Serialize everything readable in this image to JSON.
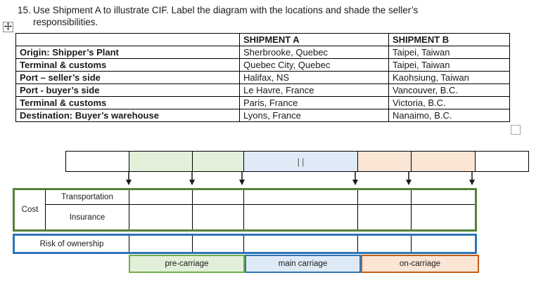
{
  "question": {
    "number": "15.",
    "line1": "Use Shipment A to illustrate CIF. Label the diagram with the locations and shade the seller’s",
    "line2": "responsibilities."
  },
  "shipment_table": {
    "col_headers": [
      "",
      "SHIPMENT A",
      "SHIPMENT B"
    ],
    "rows": [
      [
        "Origin: Shipper’s Plant",
        "Sherbrooke, Quebec",
        "Taipei, Taiwan"
      ],
      [
        "Terminal & customs",
        "Quebec City, Quebec",
        "Taipei, Taiwan"
      ],
      [
        "Port – seller’s side",
        "Halifax, NS",
        "Kaohsiung, Taiwan"
      ],
      [
        "Port - buyer’s side",
        "Le Havre, France",
        "Vancouver, B.C."
      ],
      [
        "Terminal & customs",
        "Paris, France",
        "Victoria, B.C."
      ],
      [
        "Destination: Buyer’s warehouse",
        "Lyons, France",
        "Nanaimo, B.C."
      ]
    ]
  },
  "diagram": {
    "ship_marker": "||",
    "cost_label": "Cost",
    "cost_rows": [
      "Transportation",
      "Insurance"
    ],
    "risk_label": "Risk of ownership",
    "carriage_segments": [
      {
        "label": "pre-carriage",
        "fill": "#e2efd9",
        "border": "#70ad47"
      },
      {
        "label": "main carriage",
        "fill": "#deebf7",
        "border": "#2e75b6"
      },
      {
        "label": "on-carriage",
        "fill": "#fbe5d5",
        "border": "#c55a11"
      }
    ],
    "colors": {
      "cost_box_border": "#538135",
      "risk_box_border": "#2e75b6",
      "bar_green": "#e2efd9",
      "bar_blue": "#deebf7",
      "bar_orange": "#fbe5d5",
      "arrow": "#1a1a1a"
    }
  }
}
